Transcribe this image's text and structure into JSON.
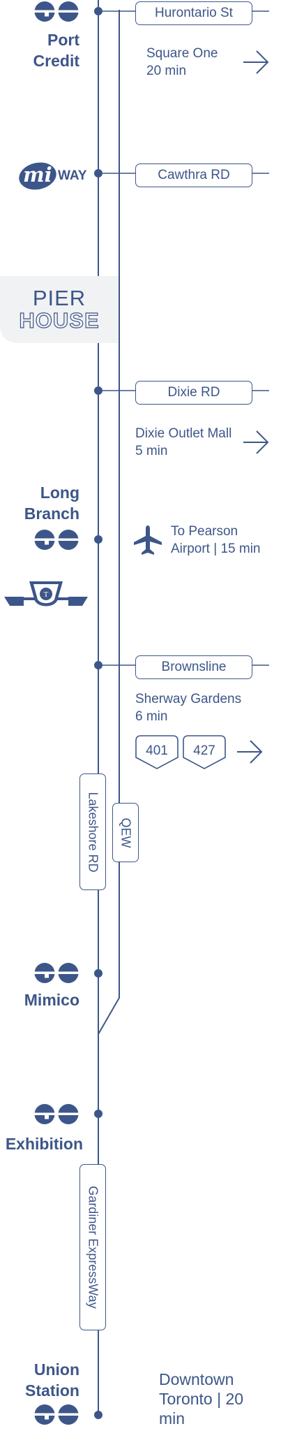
{
  "colors": {
    "primary": "#3d5689",
    "panel": "#f1f2f3",
    "background": "#ffffff"
  },
  "stations": {
    "port_credit": {
      "line1": "Port",
      "line2": "Credit"
    },
    "long_branch": {
      "line1": "Long",
      "line2": "Branch"
    },
    "mimico": {
      "name": "Mimico"
    },
    "exhibition": {
      "name": "Exhibition"
    },
    "union": {
      "line1": "Union",
      "line2": "Station"
    }
  },
  "logos": {
    "miway": {
      "mi": "mi",
      "way": "WAY"
    },
    "pier_house": {
      "line1": "PIER",
      "line2": "HOUSE"
    },
    "go_transit": "go-transit-logo",
    "ttc": "ttc-logo"
  },
  "streets": {
    "hurontario": "Hurontario St",
    "cawthra": "Cawthra RD",
    "dixie": "Dixie RD",
    "brownsline": "Brownsline"
  },
  "roads": {
    "lakeshore": "Lakeshore RD",
    "qew": "QEW",
    "gardiner": "Gardiner ExpressWay"
  },
  "destinations": {
    "square_one": {
      "name": "Square One",
      "time": "20 min"
    },
    "dixie_outlet": {
      "name": "Dixie Outlet Mall",
      "time": "5 min"
    },
    "pearson": {
      "line1": "To Pearson",
      "line2": "Airport | 15 min"
    },
    "sherway": {
      "name": "Sherway Gardens",
      "time": "6 min"
    },
    "downtown": {
      "line1": "Downtown",
      "line2": "Toronto | 20",
      "line3": "min"
    }
  },
  "highways": {
    "h401": "401",
    "h427": "427"
  },
  "icons": {
    "arrow": "arrow-right-icon",
    "plane": "airplane-icon"
  }
}
